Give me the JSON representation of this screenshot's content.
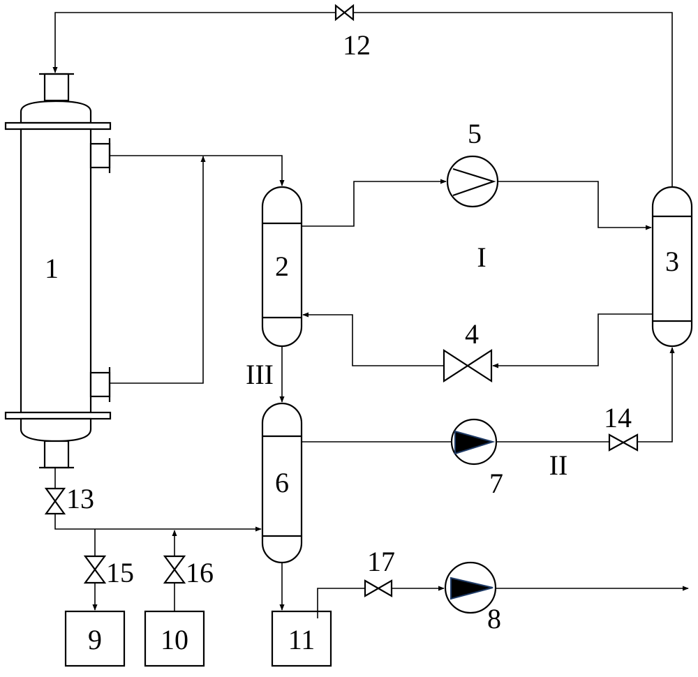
{
  "equipment_labels": {
    "column_1": "1",
    "vessel_2": "2",
    "vessel_3": "3",
    "valve_4": "4",
    "compressor_5": "5",
    "vessel_6": "6",
    "pump_7": "7",
    "pump_8": "8",
    "tank_9": "9",
    "tank_10": "10",
    "tank_11": "11"
  },
  "valve_labels": {
    "v12": "12",
    "v13": "13",
    "v14": "14",
    "v15": "15",
    "v16": "16",
    "v17": "17"
  },
  "section_labels": {
    "loop_1": "I",
    "loop_2": "II",
    "loop_3": "III"
  }
}
